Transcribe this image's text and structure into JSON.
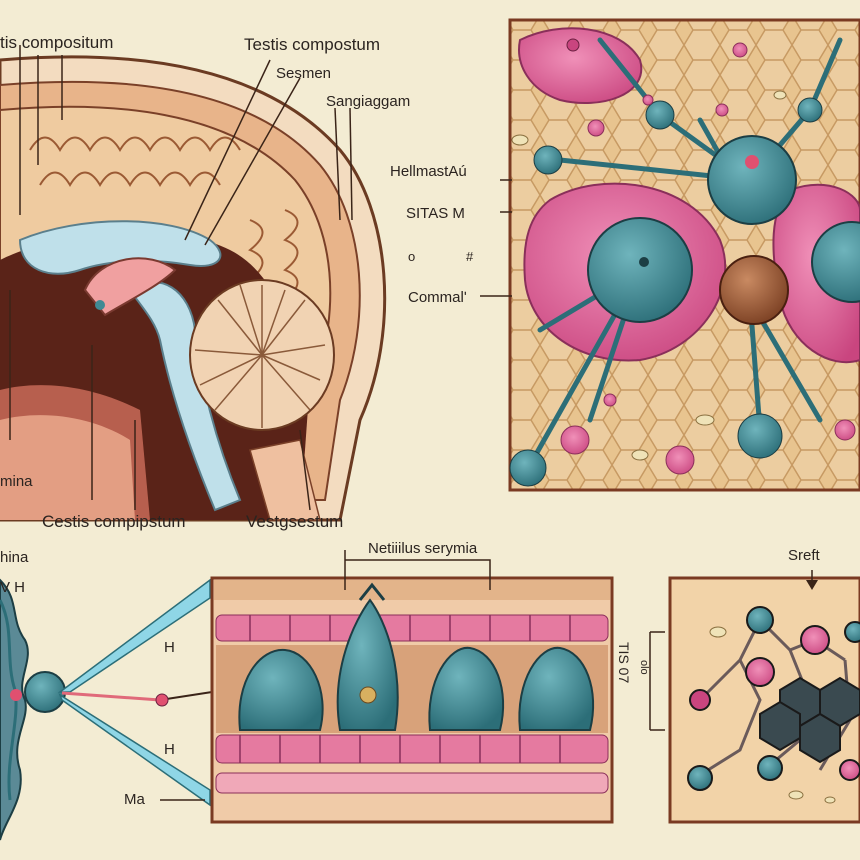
{
  "palette": {
    "background": "#f3ecd3",
    "tissue_peach": "#efc9a0",
    "brain_tan": "#e6b98a",
    "cell_teal": "#3f8a94",
    "membrane_pink": "#e06a9c",
    "outline_dark": "#3a2418",
    "fluid_blue": "#bfe0ea"
  },
  "labels": {
    "brain_top_left": "tis compositum",
    "brain_top_center": "Testis compostum",
    "brain_semen": "Sesmen",
    "brain_right": "Sangiaggam",
    "brain_left_bottom": "mina",
    "brain_bottom_left": "Cestis compipstum",
    "brain_bottom_right": "Vestgsestum",
    "cell_top": "HellmastAú",
    "cell_mid": "SITAS M",
    "cell_o": "o",
    "cell_hash": "#",
    "cell_bottom": "Commalʹ",
    "strip_top": "Netiiilus serymia",
    "left_mina": "hina",
    "left_vh": "V  H",
    "left_h1": "H",
    "left_h2": "H",
    "left_ma": "Ma",
    "right_sreft": "Sreft",
    "right_vertical": "TIS 07",
    "right_vertical_small": "olo"
  }
}
